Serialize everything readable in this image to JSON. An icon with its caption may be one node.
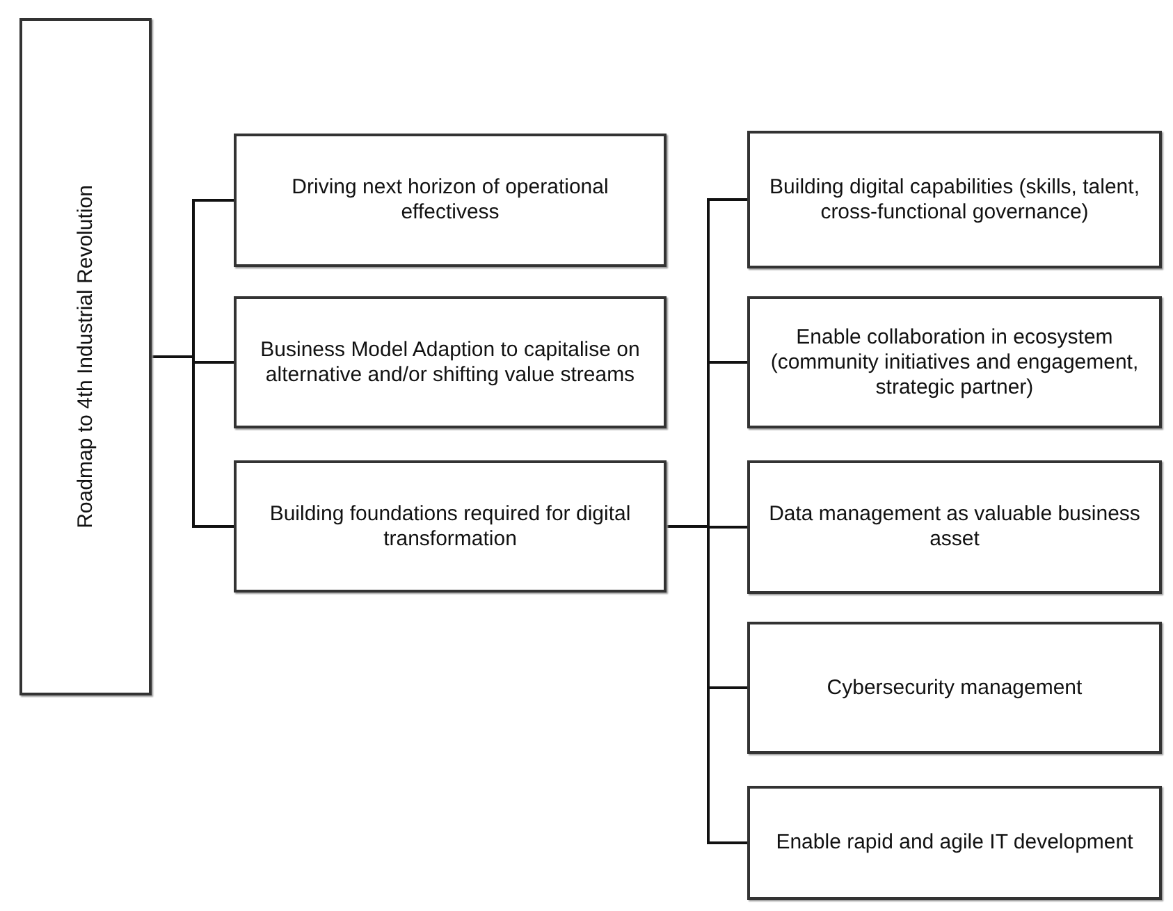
{
  "diagram": {
    "nodes": [
      {
        "text": [
          "Roadmap to 4th Industrial Revolution"
        ]
      },
      {
        "text": [
          "Driving next horizon of operational effectivess"
        ]
      },
      {
        "text": [
          "Business Model Adaption to capitalise on alternative and/or shifting value streams"
        ]
      },
      {
        "text": [
          "Building foundations required for digital transformation"
        ]
      },
      {
        "text": [
          "Building digital capabilities (skills, talent, cross-functional governance)"
        ]
      },
      {
        "text": [
          "Enable collaboration in ecosystem (community initiatives and engagement, strategic partner)"
        ]
      },
      {
        "text": [
          "Data management as valuable business asset"
        ]
      },
      {
        "text": [
          "Cybersecurity management"
        ]
      },
      {
        "text": [
          "Enable rapid and agile IT development"
        ]
      }
    ],
    "edges": [
      {
        "from": 0,
        "to": 1,
        "arrow": "none"
      },
      {
        "from": 0,
        "to": 2,
        "arrow": "none"
      },
      {
        "from": 0,
        "to": 3,
        "arrow": "none"
      },
      {
        "from": 3,
        "to": 4,
        "arrow": "none"
      },
      {
        "from": 3,
        "to": 5,
        "arrow": "none"
      },
      {
        "from": 3,
        "to": 6,
        "arrow": "none"
      },
      {
        "from": 3,
        "to": 7,
        "arrow": "none"
      },
      {
        "from": 3,
        "to": 8,
        "arrow": "none"
      }
    ]
  }
}
